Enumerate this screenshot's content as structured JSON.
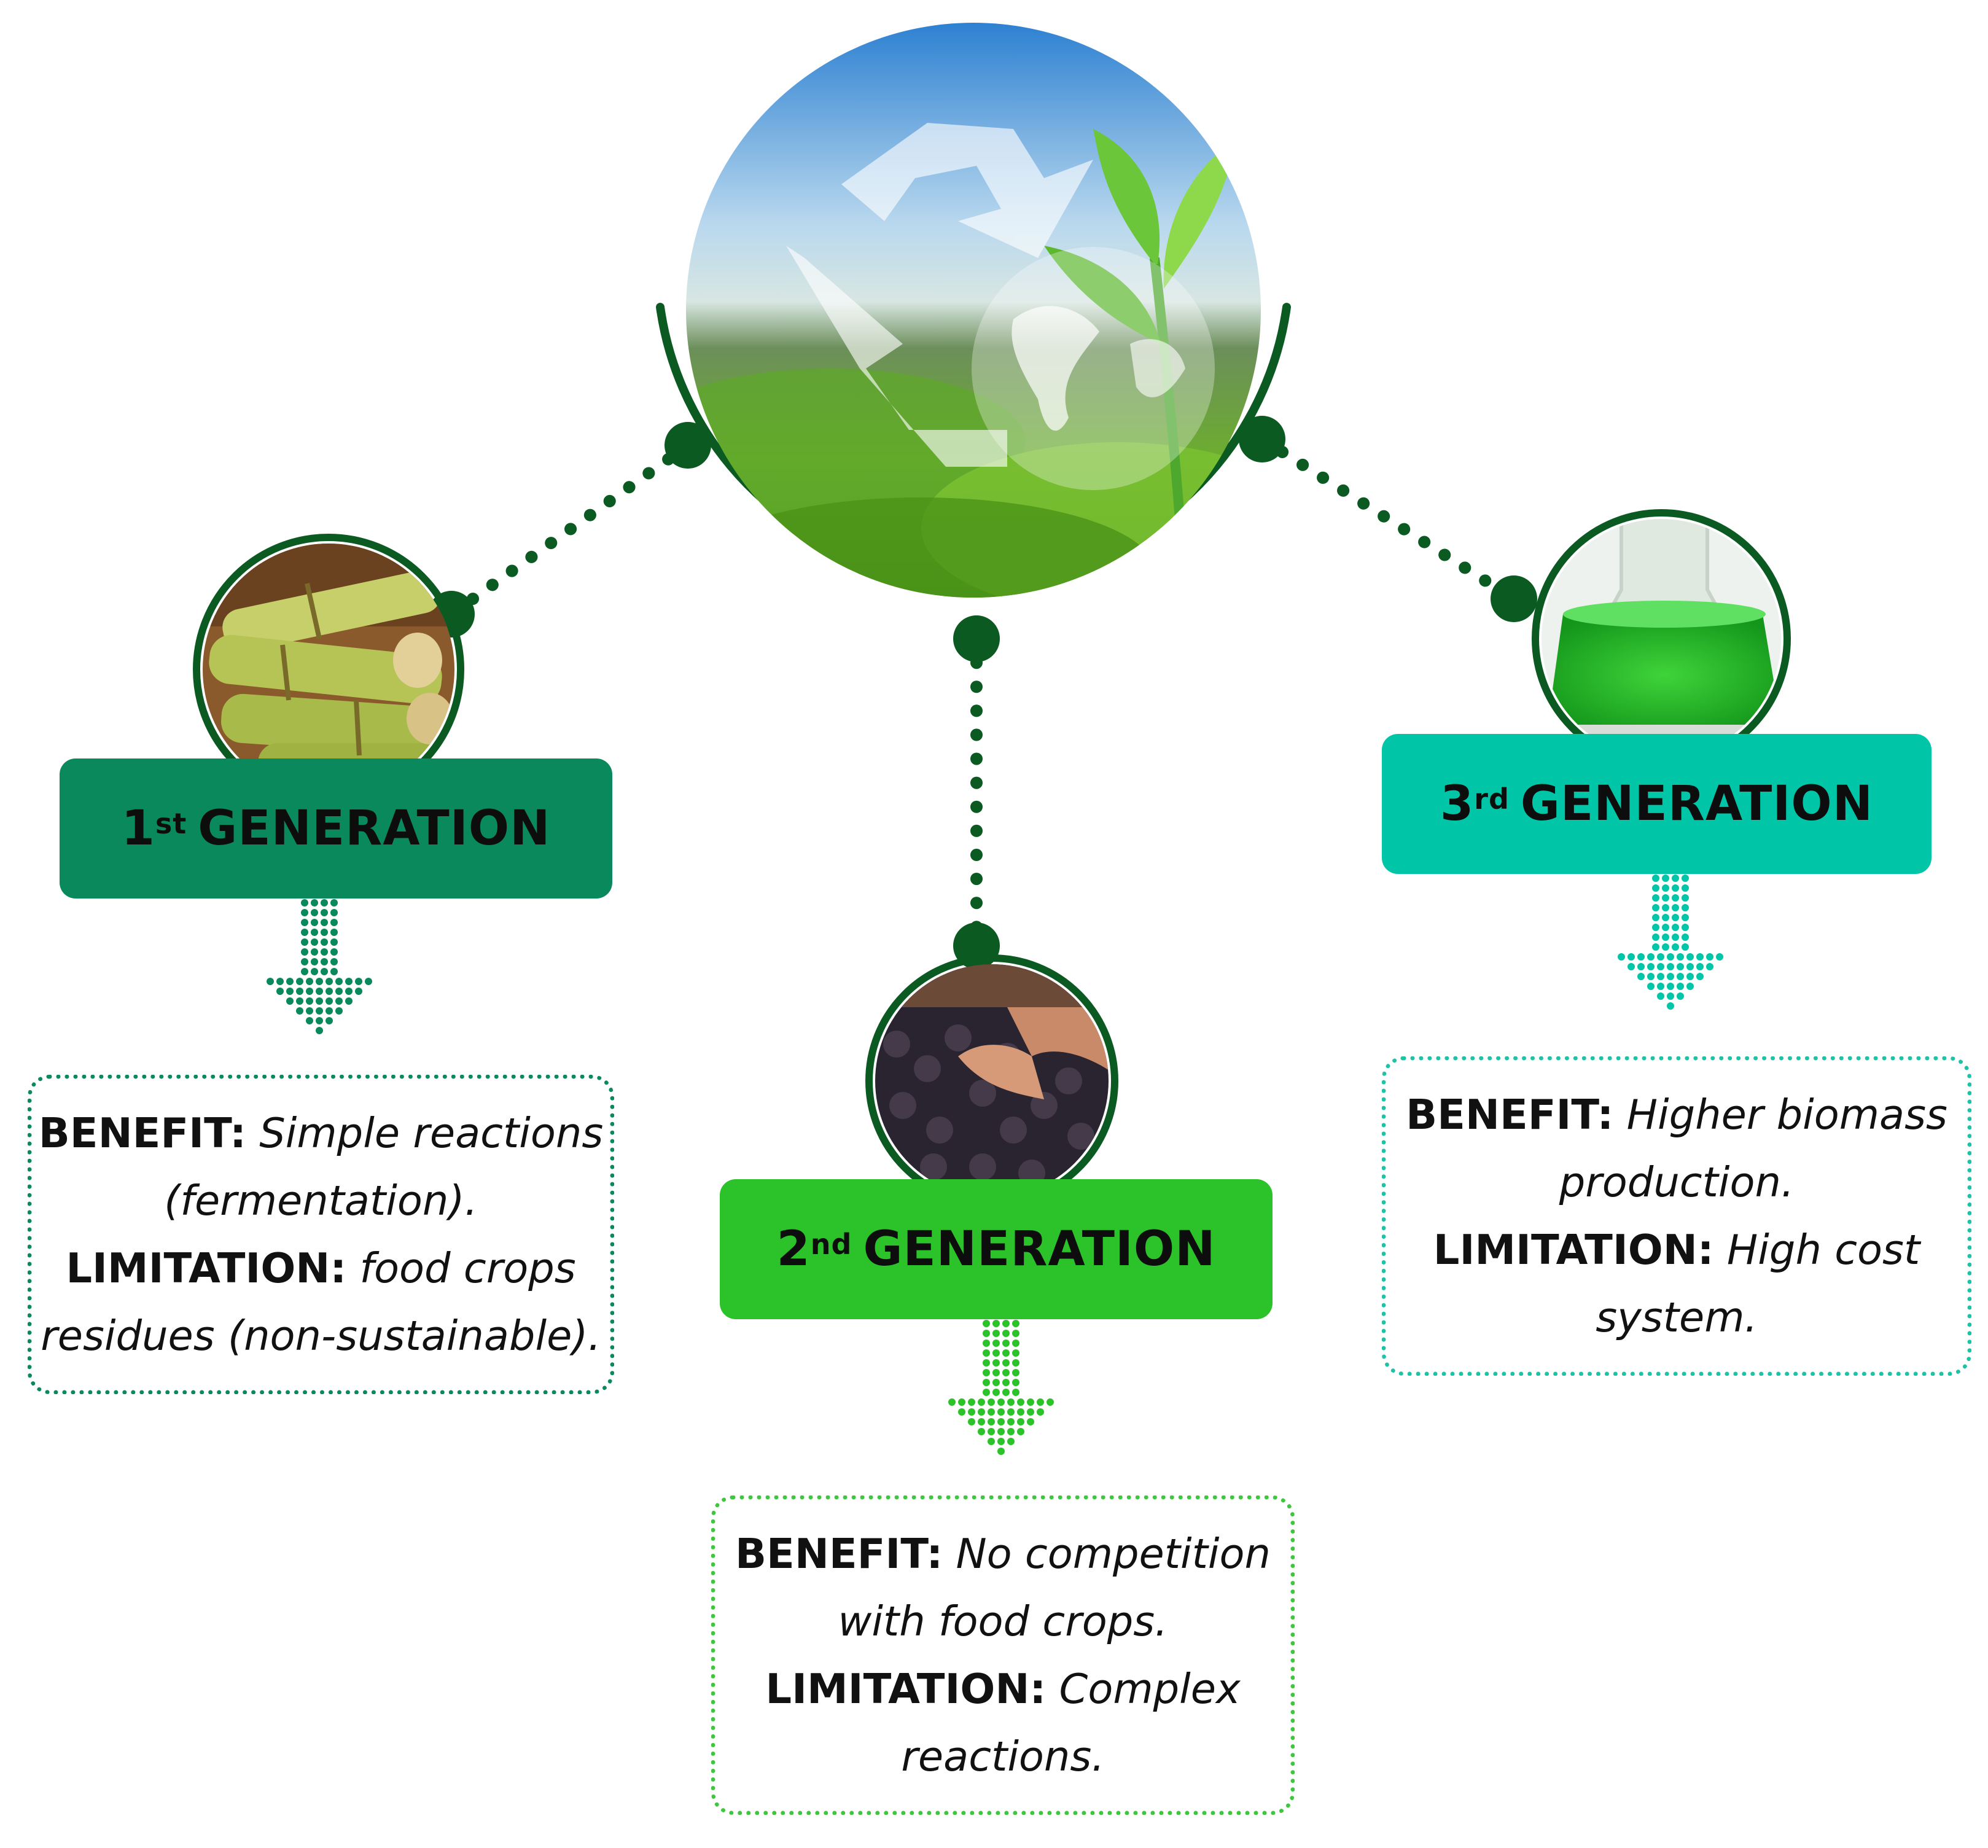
{
  "colors": {
    "dark_green": "#0b5a22",
    "gen1": "#0a8a5c",
    "gen2": "#2cc22a",
    "gen3": "#00c6a7",
    "box1_border": "#0a8a5c",
    "box2_border": "#3fc63f",
    "box3_border": "#1ec3a7"
  },
  "generations": [
    {
      "ordinal_number": "1",
      "ordinal_suffix": "st",
      "label": "GENERATION",
      "image": "sugarcane",
      "benefit_label": "BENEFIT:",
      "benefit_text": "Simple reactions (fermentation).",
      "limitation_label": "LIMITATION:",
      "limitation_text": "food crops residues (non-sustainable)."
    },
    {
      "ordinal_number": "2",
      "ordinal_suffix": "nd",
      "label": "GENERATION",
      "image": "acai-seeds",
      "benefit_label": "BENEFIT:",
      "benefit_text": "No competition with food crops.",
      "limitation_label": "LIMITATION:",
      "limitation_text": "Complex reactions."
    },
    {
      "ordinal_number": "3",
      "ordinal_suffix": "rd",
      "label": "GENERATION",
      "image": "microalgae-flask",
      "benefit_label": "BENEFIT:",
      "benefit_text": "Higher biomass production.",
      "limitation_label": "LIMITATION:",
      "limitation_text": "High cost system."
    }
  ],
  "center_image": "recycle-globe-plant"
}
